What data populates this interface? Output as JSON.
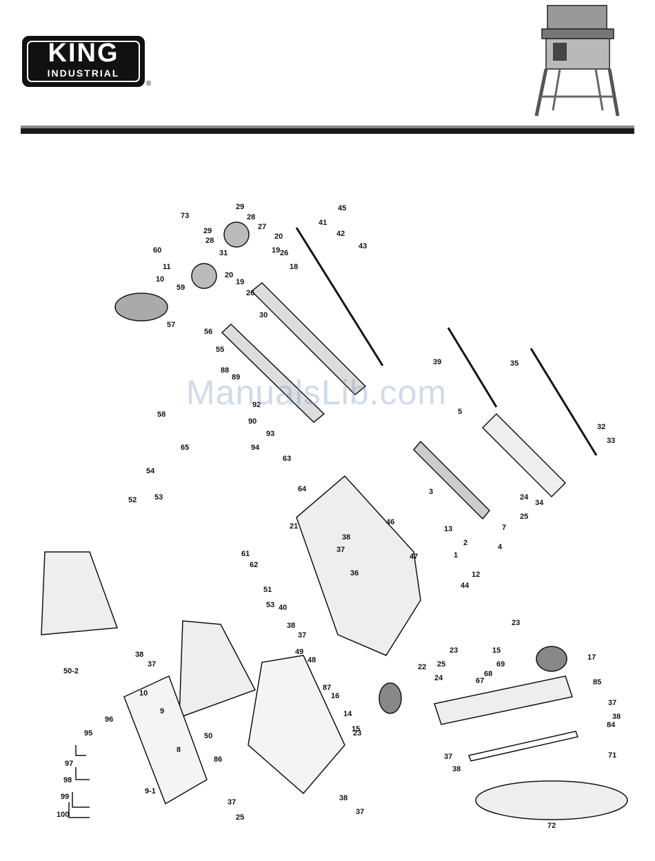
{
  "logo": {
    "brand": "KING",
    "sub": "INDUSTRIAL",
    "registered": "®"
  },
  "watermark": "ManualsLib.com",
  "part_numbers": [
    "73",
    "29",
    "28",
    "27",
    "45",
    "41",
    "42",
    "43",
    "60",
    "29",
    "28",
    "31",
    "20",
    "19",
    "26",
    "18",
    "11",
    "10",
    "59",
    "20",
    "19",
    "26",
    "30",
    "57",
    "56",
    "55",
    "39",
    "35",
    "5",
    "32",
    "33",
    "88",
    "89",
    "58",
    "92",
    "90",
    "93",
    "94",
    "65",
    "63",
    "64",
    "54",
    "53",
    "52",
    "3",
    "13",
    "24",
    "25",
    "34",
    "46",
    "21",
    "38",
    "37",
    "2",
    "47",
    "1",
    "4",
    "7",
    "12",
    "36",
    "44",
    "61",
    "62",
    "51",
    "53",
    "40",
    "38",
    "37",
    "23",
    "17",
    "15",
    "23",
    "38",
    "37",
    "49",
    "48",
    "22",
    "24",
    "25",
    "50-2",
    "87",
    "16",
    "10",
    "9",
    "96",
    "95",
    "14",
    "15",
    "69",
    "68",
    "67",
    "85",
    "37",
    "38",
    "50",
    "86",
    "8",
    "23",
    "84",
    "97",
    "98",
    "99",
    "100",
    "9-1",
    "37",
    "38",
    "71",
    "37",
    "25",
    "38",
    "37",
    "72"
  ]
}
